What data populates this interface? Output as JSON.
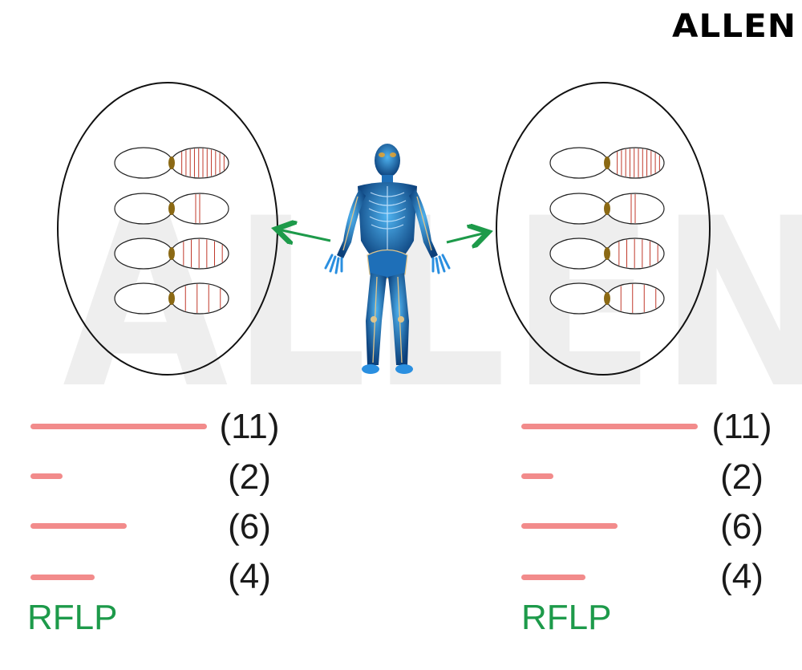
{
  "logo": "ALLEN",
  "watermark": "ALLEN",
  "colors": {
    "band_line": "#f28b8b",
    "arrow": "#1d9a4a",
    "rflp_text": "#1d9a4a",
    "chromosome_band": "#c0392b",
    "centromere": "#8b6914",
    "body": "#1e6fb8"
  },
  "icons": [
    "human-skeleton-icon",
    "arrow-left-icon",
    "arrow-right-icon"
  ],
  "left": {
    "fragments": [
      {
        "label": "(11)",
        "relative_length": 11
      },
      {
        "label": "(2)",
        "relative_length": 2
      },
      {
        "label": "(6)",
        "relative_length": 6
      },
      {
        "label": "(4)",
        "relative_length": 4
      }
    ],
    "rflp_label": "RFLP"
  },
  "right": {
    "fragments": [
      {
        "label": "(11)",
        "relative_length": 11
      },
      {
        "label": "(2)",
        "relative_length": 2
      },
      {
        "label": "(6)",
        "relative_length": 6
      },
      {
        "label": "(4)",
        "relative_length": 4
      }
    ],
    "rflp_label": "RFLP"
  }
}
